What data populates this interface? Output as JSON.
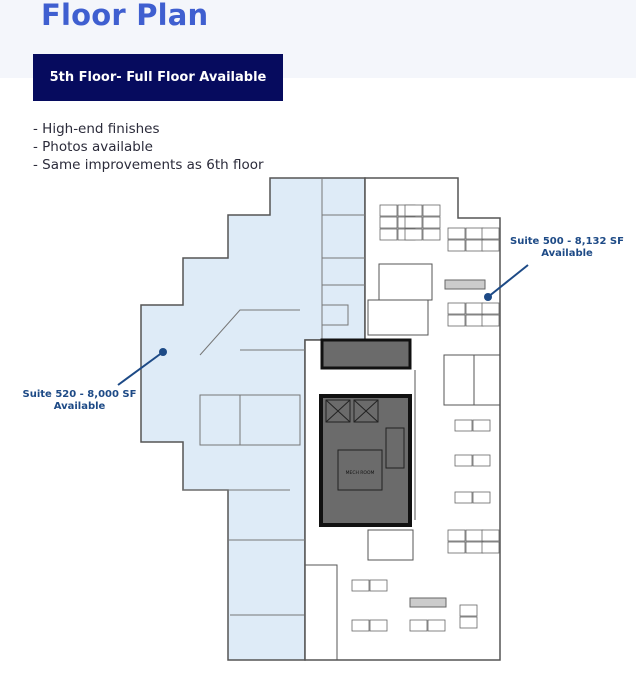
{
  "header": {
    "title": "Floor Plan"
  },
  "floor_badge": {
    "label": "5th Floor- Full Floor Available"
  },
  "features": [
    "- High-end finishes",
    "- Photos available",
    "- Same improvements as 6th floor"
  ],
  "suites": [
    {
      "name": "Suite 520 - 8,000 SF",
      "status": "Available"
    },
    {
      "name": "Suite 500 - 8,132 SF",
      "status": "Available"
    }
  ],
  "plan_labels": {
    "mech_room": "MECH ROOM"
  },
  "colors": {
    "title": "#3f5fd0",
    "badge": "#060b5e",
    "suite_highlight": "#deebf7",
    "callout": "#1d4a86",
    "core": "#6b6b6b"
  }
}
